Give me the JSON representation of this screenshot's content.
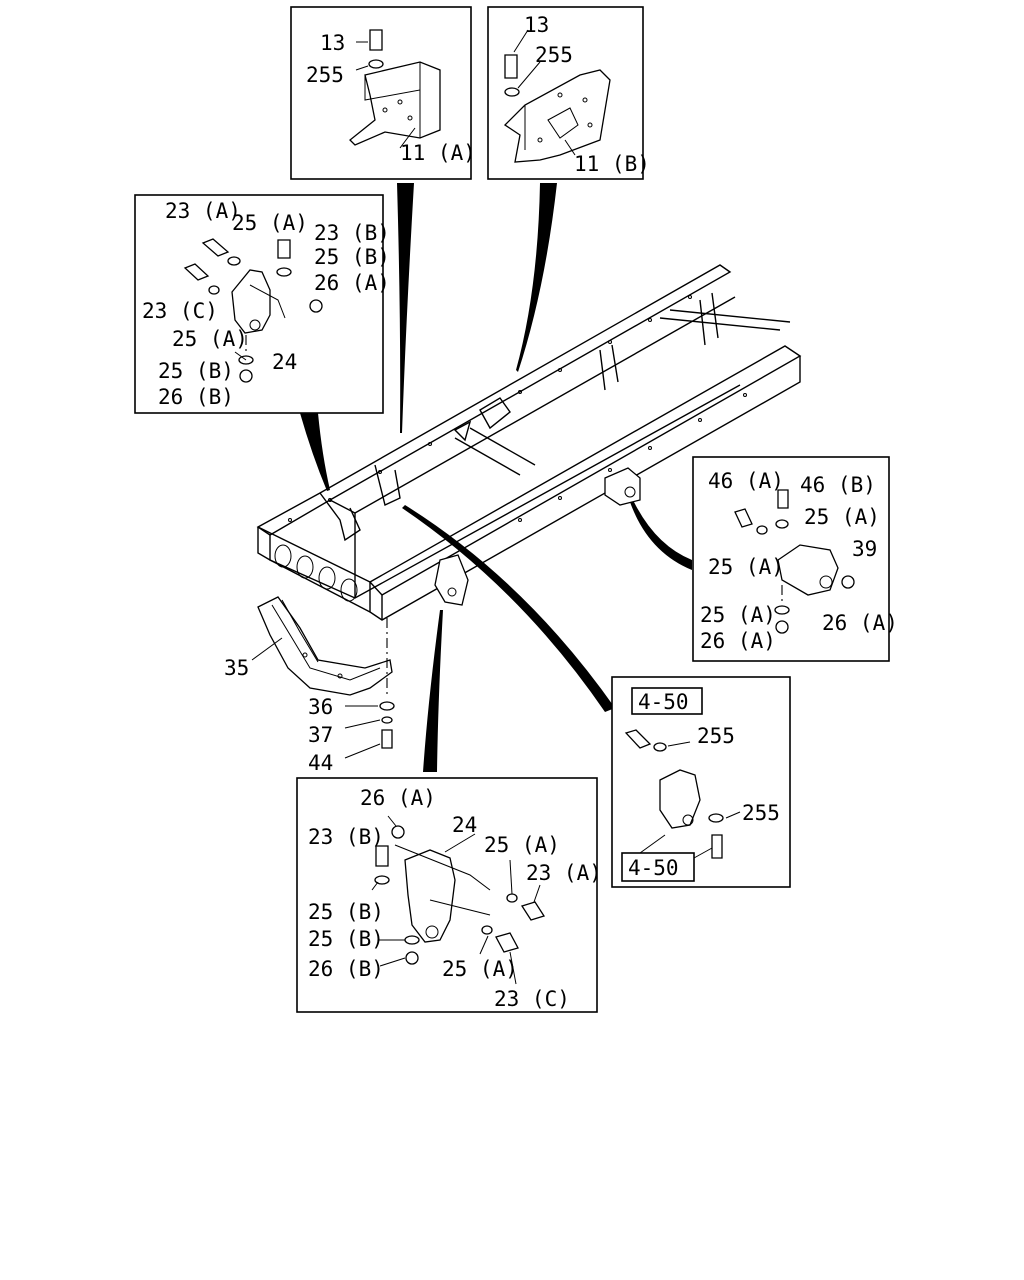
{
  "diagram": {
    "inset_top_a": {
      "labels": {
        "bolt": "13",
        "washer": "255",
        "bracket": "11 (A)"
      }
    },
    "inset_top_b": {
      "labels": {
        "bolt": "13",
        "washer": "255",
        "bracket": "11 (B)"
      }
    },
    "inset_left": {
      "labels": {
        "bolt_a": "23 (A)",
        "washer_a": "25 (A)",
        "bolt_b": "23 (B)",
        "washer_b": "25 (B)",
        "nut_a": "26 (A)",
        "bolt_c": "23 (C)",
        "washer_a2": "25 (A)",
        "bracket": "24",
        "washer_b2": "25 (B)",
        "nut_b": "26 (B)"
      }
    },
    "inset_right": {
      "labels": {
        "bolt_a": "46 (A)",
        "bolt_b": "46 (B)",
        "washer_a": "25 (A)",
        "washer_a2": "25 (A)",
        "mount": "39",
        "washer_a3": "25 (A)",
        "nut_a": "26 (A)",
        "nut_a2": "26 (A)"
      }
    },
    "inset_ref": {
      "labels": {
        "ref_top": "4-50",
        "washer_top": "255",
        "washer_right": "255",
        "ref_bottom": "4-50"
      }
    },
    "inset_bottom": {
      "labels": {
        "nut_a": "26 (A)",
        "bracket": "24",
        "bolt_b": "23 (B)",
        "washer_a": "25 (A)",
        "bolt_a": "23 (A)",
        "washer_b": "25 (B)",
        "washer_b2": "25 (B)",
        "washer_a2": "25 (A)",
        "nut_b": "26 (B)",
        "bolt_c": "23 (C)"
      }
    },
    "main": {
      "labels": {
        "crossmember": "35",
        "washer_36": "36",
        "washer_37": "37",
        "bolt_44": "44"
      }
    }
  }
}
